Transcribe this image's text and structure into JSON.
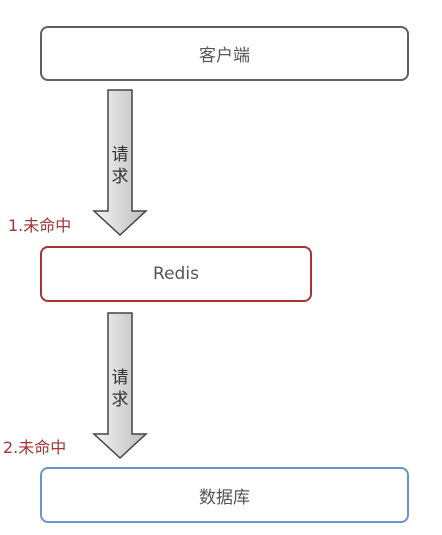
{
  "nodes": {
    "client": "客户端",
    "redis": "Redis",
    "database": "数据库"
  },
  "edges": [
    {
      "label_line1": "请",
      "label_line2": "求",
      "note": "1.未命中"
    },
    {
      "label_line1": "请",
      "label_line2": "求",
      "note": "2.未命中"
    }
  ],
  "colors": {
    "client_border": "#5f5f5f",
    "redis_border": "#a33535",
    "database_border": "#6a94cf",
    "miss_text": "#a33535",
    "arrow_fill_light": "#f2f2f2",
    "arrow_fill_dark": "#bfbfbf"
  }
}
